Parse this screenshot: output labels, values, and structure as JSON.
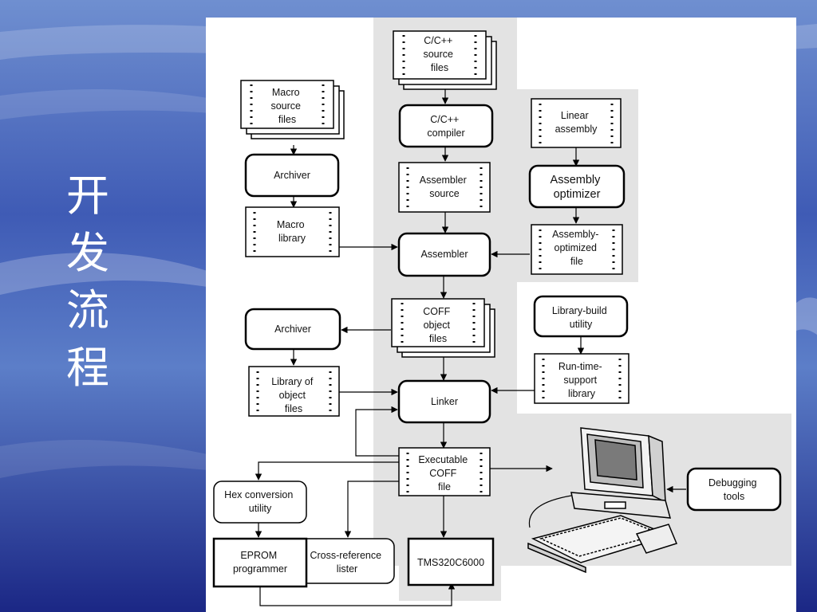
{
  "slide": {
    "title_chars": [
      "开",
      "发",
      "流",
      "程"
    ]
  },
  "colors": {
    "background_top": "#5d7fc4",
    "background_bottom": "#1e2b8a",
    "panel": "#ffffff",
    "shade": "#e3e3e3",
    "stroke": "#000000"
  },
  "nodes": {
    "cpp_source": [
      "C/C++",
      "source",
      "files"
    ],
    "cpp_compiler": [
      "C/C++",
      "compiler"
    ],
    "macro_source": [
      "Macro",
      "source",
      "files"
    ],
    "archiver_top": [
      "Archiver"
    ],
    "macro_library": [
      "Macro",
      "library"
    ],
    "assembler_source": [
      "Assembler",
      "source"
    ],
    "linear_assembly": [
      "Linear",
      "assembly"
    ],
    "assembly_optimizer": [
      "Assembly",
      "optimizer"
    ],
    "assembly_optimized_file": [
      "Assembly-",
      "optimized",
      "file"
    ],
    "assembler": [
      "Assembler"
    ],
    "coff_object_files": [
      "COFF",
      "object",
      "files"
    ],
    "archiver_mid": [
      "Archiver"
    ],
    "library_build_utility": [
      "Library-build",
      "utility"
    ],
    "runtime_support_library": [
      "Run-time-",
      "support",
      "library"
    ],
    "library_of_object_files": [
      "Library of",
      "object",
      "files"
    ],
    "linker": [
      "Linker"
    ],
    "executable_coff_file": [
      "Executable",
      "COFF",
      "file"
    ],
    "hex_conversion_utility": [
      "Hex conversion",
      "utility"
    ],
    "eprom_programmer": [
      "EPROM",
      "programmer"
    ],
    "cross_reference_lister": [
      "Cross-reference",
      "lister"
    ],
    "tms320c6000": [
      "TMS320C6000"
    ],
    "debugging_tools": [
      "Debugging",
      "tools"
    ]
  }
}
